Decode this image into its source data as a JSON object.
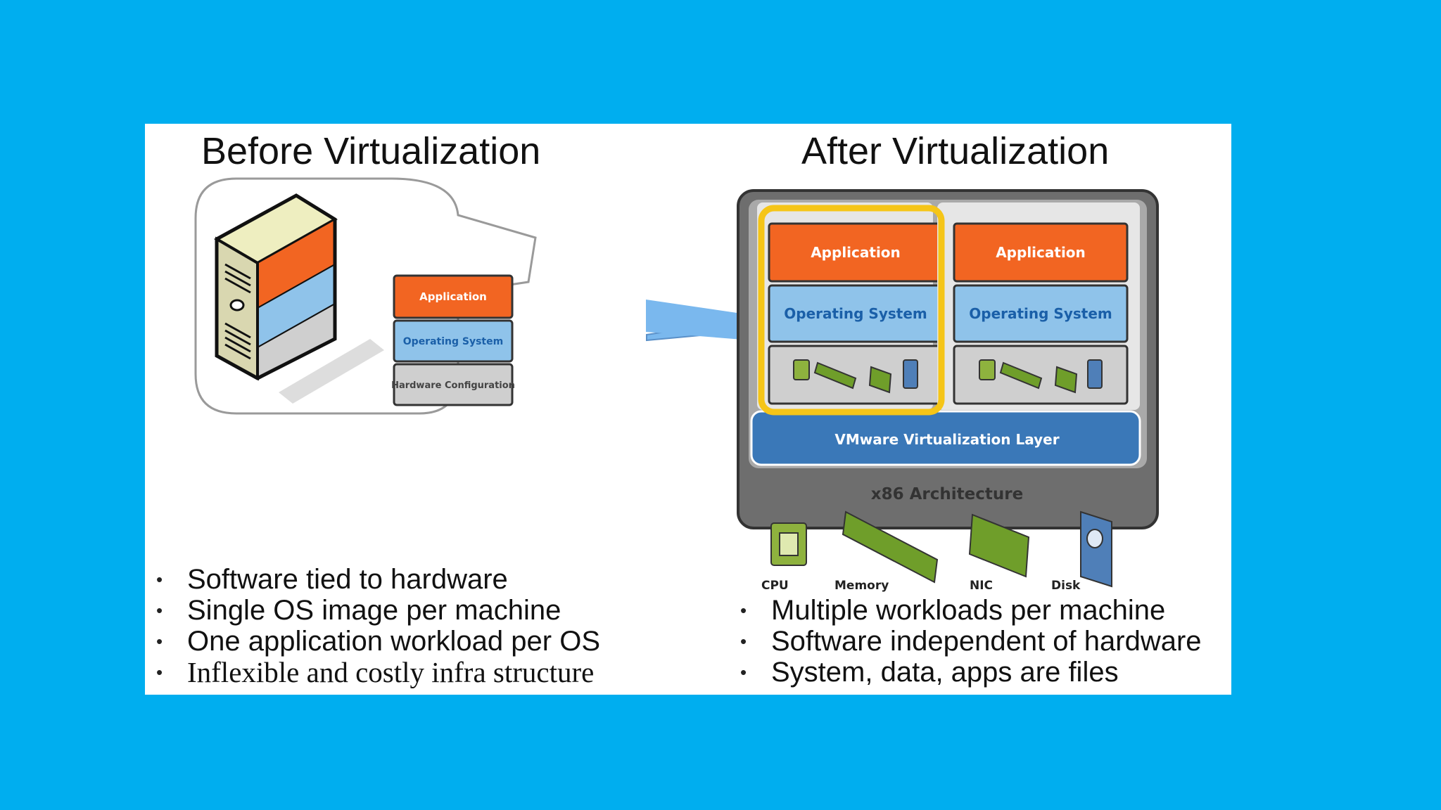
{
  "before": {
    "title": "Before Virtualization",
    "stack": {
      "application": "Application",
      "os": "Operating System",
      "hardware": "Hardware Configuration"
    },
    "bullets": [
      "Software tied to hardware",
      "Single OS image per machine",
      "One application workload per OS",
      "Inflexible and costly infra structure"
    ]
  },
  "after": {
    "title": "After Virtualization",
    "vm_left": {
      "application": "Application",
      "os": "Operating System"
    },
    "vm_right": {
      "application": "Application",
      "os": "Operating System"
    },
    "virtualization_layer": "VMware Virtualization Layer",
    "architecture": "x86 Architecture",
    "hardware_labels": {
      "cpu": "CPU",
      "memory": "Memory",
      "nic": "NIC",
      "disk": "Disk"
    },
    "bullets": [
      "Multiple workloads per machine",
      "Software independent of hardware",
      "System, data, apps are files"
    ]
  },
  "colors": {
    "background": "#00aeef",
    "application": "#f26522",
    "operating_system": "#8fc3ea",
    "hardware": "#cfcfcf",
    "virtualization_layer": "#3a78b8",
    "highlight": "#f5c518",
    "arrow": "#7ab8ee"
  }
}
